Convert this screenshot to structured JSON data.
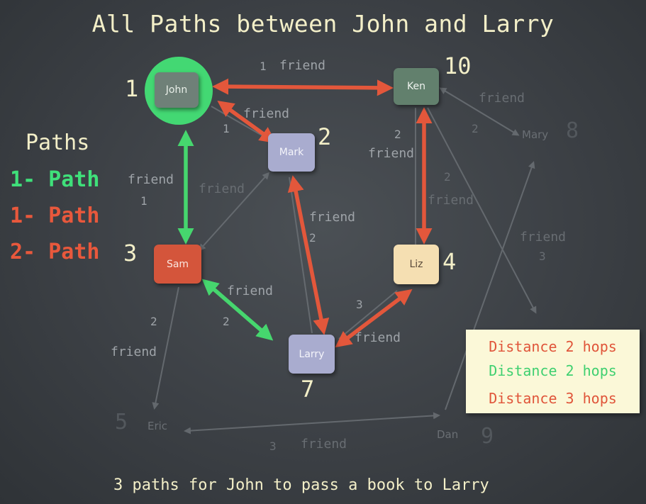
{
  "title": "All Paths between John and Larry",
  "caption": "3 paths for John to pass a book to Larry",
  "paths_panel": {
    "heading": "Paths",
    "items": [
      {
        "label": "1- Path",
        "color": "#3fe07a"
      },
      {
        "label": "1- Path",
        "color": "#e8583c"
      },
      {
        "label": "2- Path",
        "color": "#e8583c"
      }
    ]
  },
  "nodes": {
    "john": {
      "label": "John",
      "number": "1"
    },
    "ken": {
      "label": "Ken",
      "number": "10"
    },
    "mark": {
      "label": "Mark",
      "number": "2"
    },
    "sam": {
      "label": "Sam",
      "number": "3"
    },
    "liz": {
      "label": "Liz",
      "number": "4"
    },
    "larry": {
      "label": "Larry",
      "number": "7"
    },
    "mary": {
      "label": "Mary",
      "number": "8"
    },
    "eric": {
      "label": "Eric",
      "number": "5"
    },
    "dan": {
      "label": "Dan",
      "number": "9"
    }
  },
  "edge_labels": {
    "friend": "friend",
    "one": "1",
    "two": "2",
    "three": "3"
  },
  "legend": {
    "lines": [
      {
        "text": "Distance 2 hops",
        "color": "#e0553a"
      },
      {
        "text": "Distance 2 hops",
        "color": "#3fd070"
      },
      {
        "text": "Distance 3 hops",
        "color": "#e0553a"
      }
    ]
  },
  "colors": {
    "red_arrow": "#e3573b",
    "green_arrow": "#46d66e",
    "ghost_line": "#6b7075",
    "chalk": "#f3efc8",
    "edge_text": "#9ea3a8",
    "ghost_text": "#686d72"
  }
}
